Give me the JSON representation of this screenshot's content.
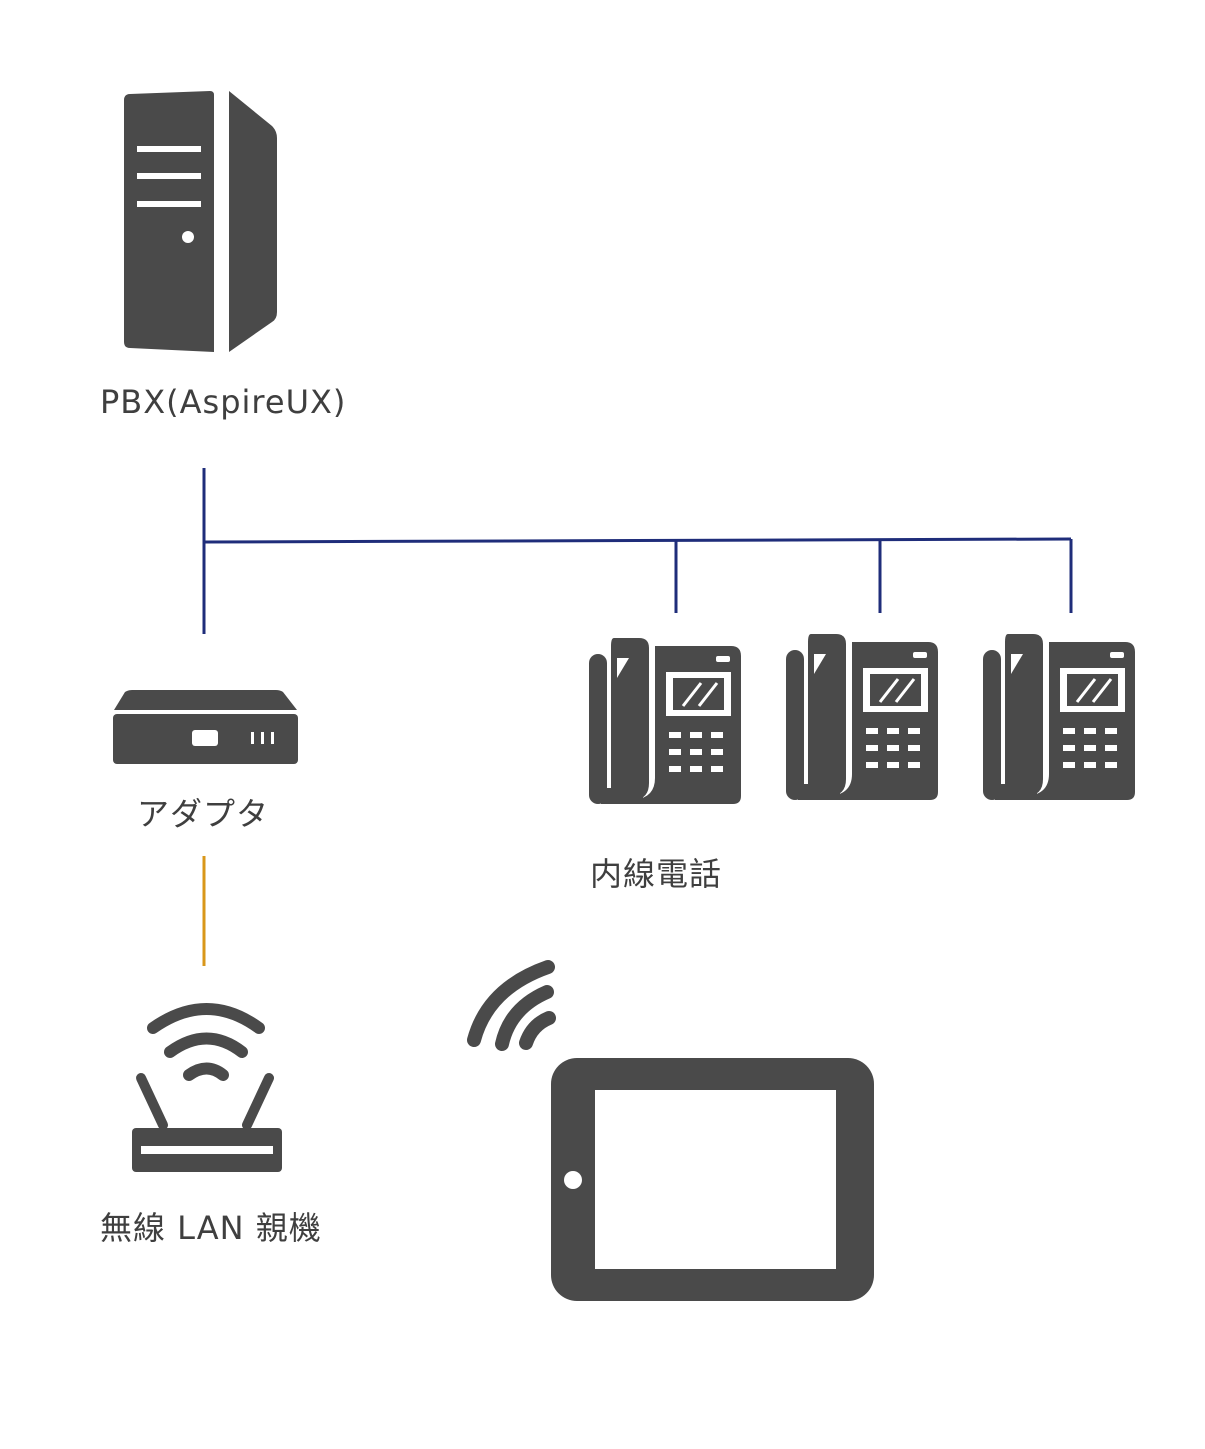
{
  "labels": {
    "pbx": "PBX(AspireUX)",
    "adapter": "アダプタ",
    "extension_phones": "内線電話",
    "wireless_lan": "無線 LAN 親機"
  },
  "icons": {
    "server": "server-tower-icon",
    "adapter": "network-adapter-icon",
    "phone": "desk-phone-icon",
    "router": "wireless-router-icon",
    "tablet": "tablet-icon",
    "wifi": "wifi-signal-icon"
  },
  "colors": {
    "icon_fill": "#4a4a4a",
    "wired_line": "#1f2d7a",
    "wireless_link": "#d9971a",
    "label_text": "#3f3f3f"
  }
}
